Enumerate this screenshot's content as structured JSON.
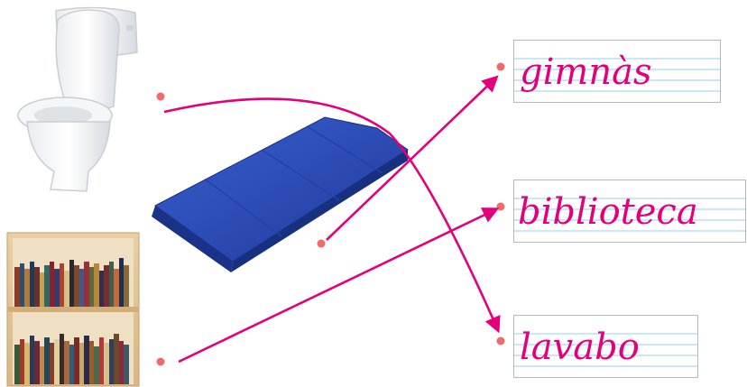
{
  "exercise": {
    "words": [
      {
        "id": "gimnas",
        "text": "gimnàs"
      },
      {
        "id": "biblioteca",
        "text": "biblioteca"
      },
      {
        "id": "lavabo",
        "text": "lavabo"
      }
    ],
    "pictures": [
      {
        "id": "toilet",
        "icon": "toilet-picture"
      },
      {
        "id": "gym-mat",
        "icon": "gym-mat-picture"
      },
      {
        "id": "bookshelf",
        "icon": "bookshelf-picture"
      }
    ],
    "connections": [
      {
        "from": "toilet",
        "to": "lavabo"
      },
      {
        "from": "gym-mat",
        "to": "gimnas"
      },
      {
        "from": "bookshelf",
        "to": "biblioteca"
      }
    ]
  },
  "colors": {
    "accent": "#e3007a",
    "dot": "#f06a6a",
    "guide_line": "#8fd0ea",
    "mat": "#2f4fb8",
    "card_border": "#b8b8b8"
  }
}
